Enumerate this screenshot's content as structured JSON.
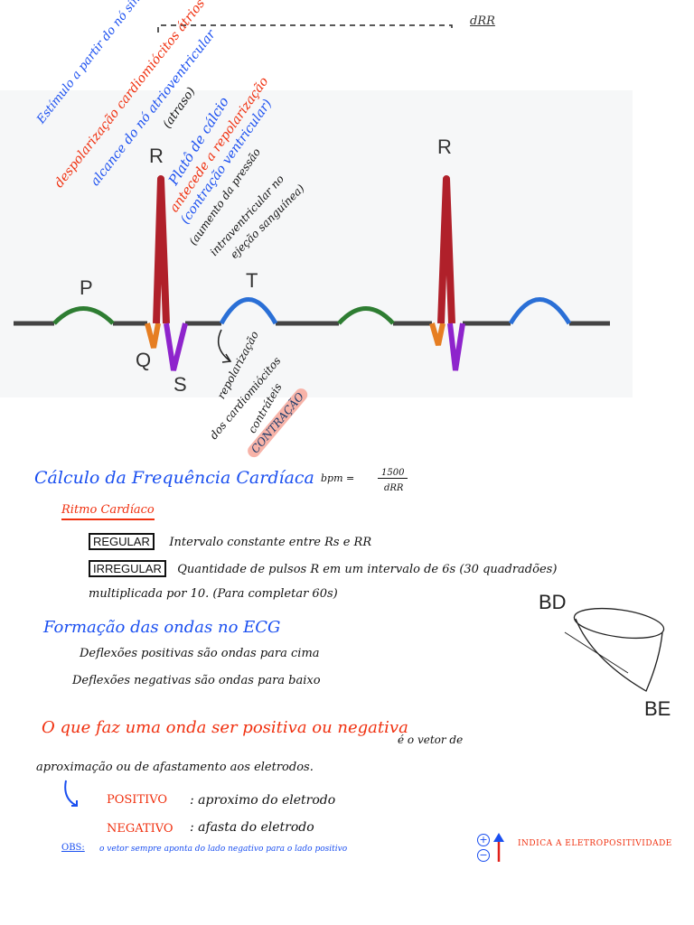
{
  "diagram": {
    "labels": {
      "r1": "R",
      "r2": "R",
      "p": "P",
      "q": "Q",
      "s": "S",
      "t": "T"
    },
    "interval_label": "dRR",
    "colors": {
      "p_wave": "#2e7d32",
      "q": "#e67e22",
      "r": "#b0202a",
      "s": "#8e24cc",
      "t_wave": "#2a6fd6",
      "baseline": "#444444"
    }
  },
  "annotations": {
    "p_blue": "Estímulo a partir do nó sinoatrial",
    "p_red": "despolarização cardiomiócitos átrios",
    "q_blue": "alcance do nó atrioventricular",
    "q_black": "(atraso)",
    "st_blue": "Platô de cálcio",
    "st_red": "antecede a repolarização",
    "st_blue2": "(contração ventricular)",
    "st_black1": "(aumento da pressão",
    "st_black2": "intraventricular no",
    "st_black3": "ejeção sanguínea)",
    "t_black1": "repolarização",
    "t_black2": "dos cardiomiócitos",
    "t_black3": "contráteis",
    "t_highlight": "CONTRAÇÃO"
  },
  "notes": {
    "heading1": "Cálculo da Frequência Cardíaca",
    "formula_lhs": "bpm =",
    "formula_num": "1500",
    "formula_den": "dRR",
    "subheading": "Ritmo Cardíaco",
    "regular_label": "REGULAR",
    "regular_text": "Intervalo constante entre Rs e RR",
    "irregular_label": "IRREGULAR",
    "irregular_text": "Quantidade de pulsos R em um intervalo de 6s (30 quadradões)",
    "irregular_text2": "multiplicada por 10. (Para completar 60s)",
    "heading2": "Formação das ondas no ECG",
    "line1": "Deflexões positivas são ondas para cima",
    "line2": "Deflexões negativas são ondas para baixo",
    "heading3": "O que faz uma onda ser positiva ou negativa",
    "heading3_cont": "é o vetor de",
    "line3": "aproximação ou de afastamento aos eletrodos.",
    "positive_label": "POSITIVO",
    "positive_text": ": aproximo do eletrodo",
    "negative_label": "NEGATIVO",
    "negative_text": ": afasta do eletrodo",
    "obs_label": "OBS:",
    "obs_text": "o vetor sempre aponta do lado negativo para o lado positivo",
    "plus": "+",
    "minus": "−",
    "arrow_text": "INDICA A ELETROPOSITIVIDADE",
    "cone_bd": "BD",
    "cone_be": "BE"
  }
}
